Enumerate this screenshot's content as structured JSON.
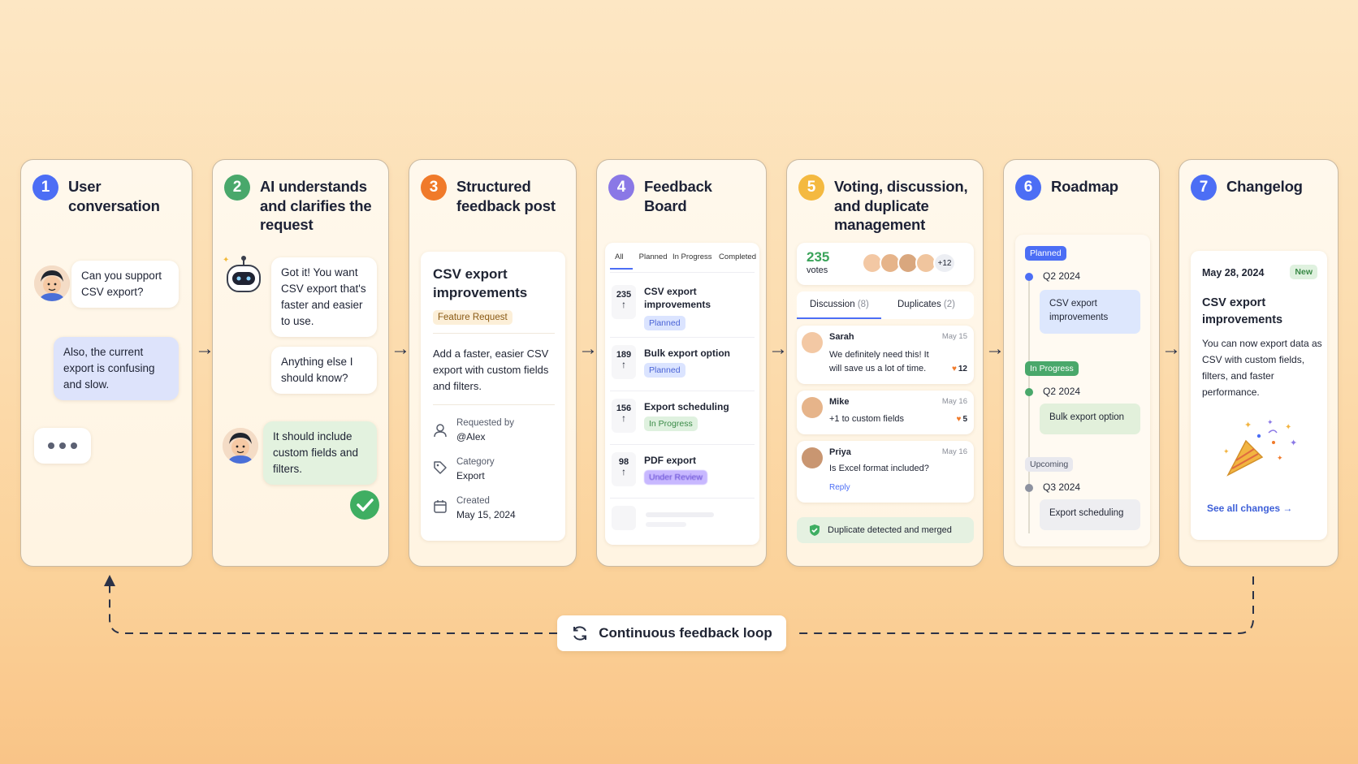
{
  "loop_label": "Continuous feedback loop",
  "colors": {
    "step1": "#4c6ef5",
    "step2": "#49a86b",
    "step3": "#f07a2a",
    "step4": "#8a78e6",
    "step5": "#f4b940",
    "step6": "#4c6ef5",
    "step7": "#4c6ef5"
  },
  "steps": [
    {
      "num": "1",
      "title": "User conversation",
      "messages": [
        "Can you support CSV export?",
        "Also, the current export is confusing and slow."
      ]
    },
    {
      "num": "2",
      "title": "AI understands and clarifies the request",
      "messages": [
        "Got it! You want CSV export that's faster and easier to use.",
        "Anything else I should know?",
        "It should include custom fields and filters."
      ]
    },
    {
      "num": "3",
      "title": "Structured feedback post",
      "post_title": "CSV export improvements",
      "tag": "Feature Request",
      "description": "Add a faster, easier CSV export with custom fields and filters.",
      "requested_label": "Requested by",
      "requested_value": "@Alex",
      "category_label": "Category",
      "category_value": "Export",
      "created_label": "Created",
      "created_value": "May 15, 2024"
    },
    {
      "num": "4",
      "title": "Feedback Board",
      "tabs": [
        "All",
        "Planned",
        "In Progress",
        "Completed"
      ],
      "items": [
        {
          "votes": "235",
          "title": "CSV export improvements",
          "status": "Planned"
        },
        {
          "votes": "189",
          "title": "Bulk export option",
          "status": "Planned"
        },
        {
          "votes": "156",
          "title": "Export scheduling",
          "status": "In Progress"
        },
        {
          "votes": "98",
          "title": "PDF export",
          "status": "Under Review"
        }
      ]
    },
    {
      "num": "5",
      "title": "Voting, discussion, and duplicate management",
      "votes": "235",
      "votes_label": "votes",
      "more_voters": "+12",
      "tab_discussion": "Discussion",
      "tab_discussion_count": "(8)",
      "tab_duplicates": "Duplicates",
      "tab_duplicates_count": "(2)",
      "comments": [
        {
          "name": "Sarah",
          "date": "May 15",
          "text": "We definitely need this! It will save us a lot of time.",
          "likes": "12"
        },
        {
          "name": "Mike",
          "date": "May 16",
          "text": "+1 to custom fields",
          "likes": "5"
        },
        {
          "name": "Priya",
          "date": "May 16",
          "text": "Is Excel format included?",
          "reply": "Reply"
        }
      ],
      "duplicate_msg": "Duplicate detected and merged"
    },
    {
      "num": "6",
      "title": "Roadmap",
      "groups": [
        {
          "status": "Planned",
          "quarter": "Q2 2024",
          "item": "CSV export improvements"
        },
        {
          "status": "In Progress",
          "quarter": "Q2 2024",
          "item": "Bulk export option"
        },
        {
          "status": "Upcoming",
          "quarter": "Q3 2024",
          "item": "Export scheduling"
        }
      ]
    },
    {
      "num": "7",
      "title": "Changelog",
      "date": "May 28, 2024",
      "badge": "New",
      "entry_title": "CSV export improvements",
      "entry_text": "You can now export data as CSV with custom fields, filters, and faster performance.",
      "link": "See all changes →"
    }
  ]
}
